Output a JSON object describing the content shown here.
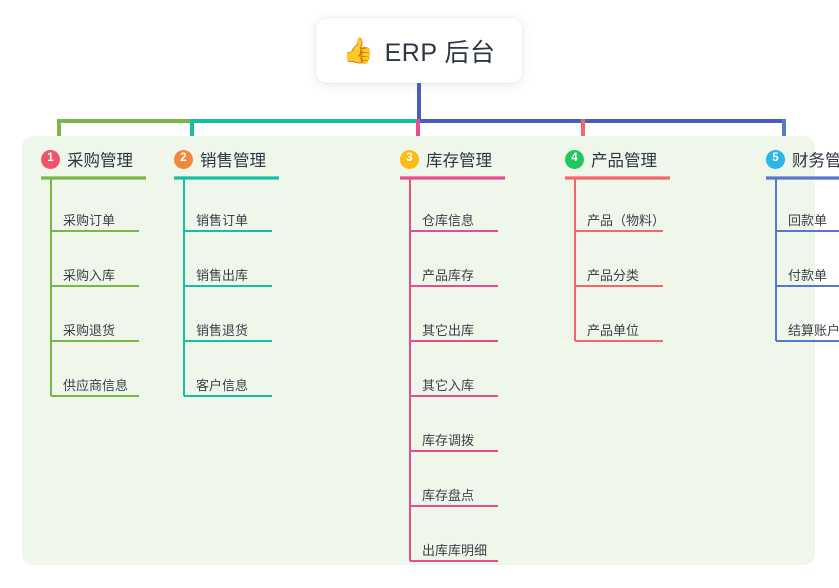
{
  "diagram": {
    "type": "mindmap-tree",
    "title": "ERP 后台",
    "root": {
      "emoji": "👍",
      "emoji_name": "thumbs-up-icon",
      "label": "ERP 后台"
    },
    "panel_background": "#eef7ea",
    "canvas_background": "#ffffff",
    "branches": [
      {
        "number": "1",
        "label": "采购管理",
        "badge_color": "#f4526a",
        "line_color": "#7ab648",
        "items": [
          "采购订单",
          "采购入库",
          "采购退货",
          "供应商信息"
        ]
      },
      {
        "number": "2",
        "label": "销售管理",
        "badge_color": "#f5863f",
        "line_color": "#14bfa5",
        "items": [
          "销售订单",
          "销售出库",
          "销售退货",
          "客户信息"
        ]
      },
      {
        "number": "3",
        "label": "库存管理",
        "badge_color": "#fbbc16",
        "line_color": "#e84b8f",
        "items": [
          "仓库信息",
          "产品库存",
          "其它出库",
          "其它入库",
          "库存调拨",
          "库存盘点",
          "出库库明细"
        ]
      },
      {
        "number": "4",
        "label": "产品管理",
        "badge_color": "#22c55e",
        "line_color": "#f4666b",
        "items": [
          "产品（物料）",
          "产品分类",
          "产品单位"
        ]
      },
      {
        "number": "5",
        "label": "财务管理",
        "badge_color": "#29b6e8",
        "line_color": "#5878d0",
        "items": [
          "回款单",
          "付款单",
          "结算账户"
        ]
      }
    ],
    "bus": {
      "stem_color": "#4a5bc4",
      "segment_colors": [
        "#7ab648",
        "#14bfa5",
        "#4a5bc4"
      ]
    }
  }
}
